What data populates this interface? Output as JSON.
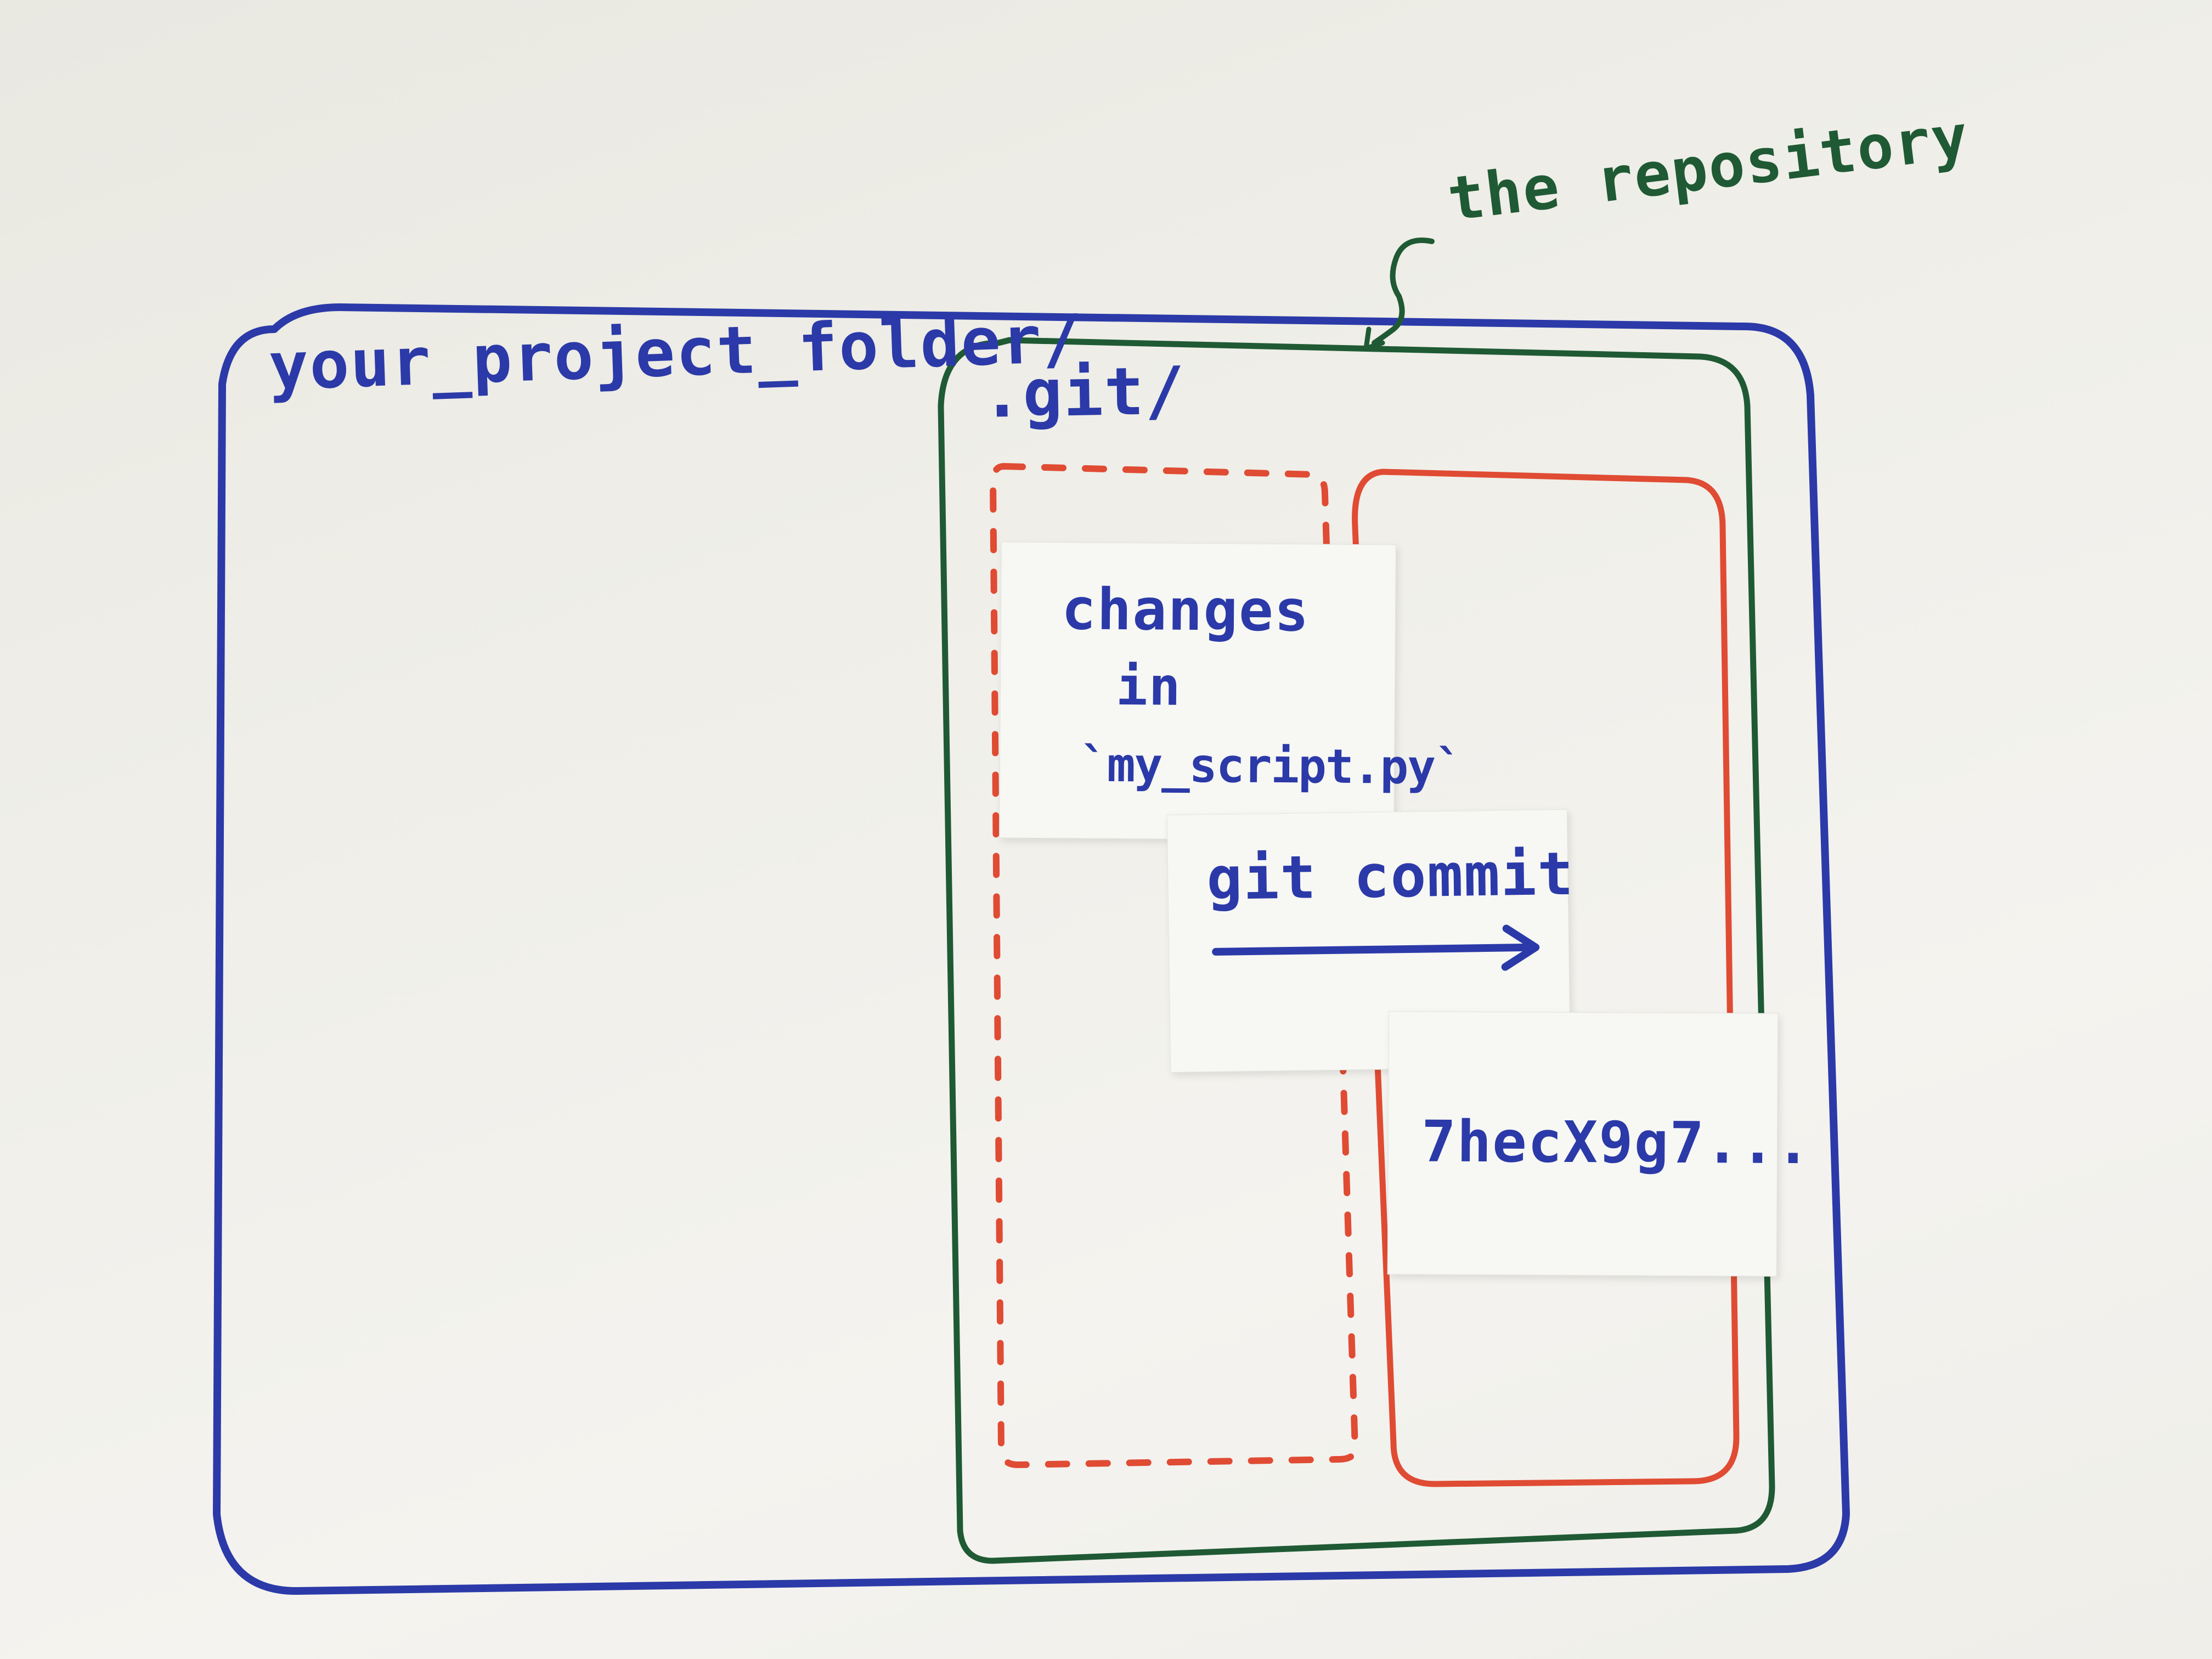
{
  "labels": {
    "project_folder": "your_project_folder/",
    "git_folder": ".git/",
    "repository": "the repository"
  },
  "notes": {
    "changes": [
      "changes",
      "in",
      "`my_script.py`"
    ],
    "commit": "git commit",
    "hash": "7hecX9g7..."
  },
  "colors": {
    "blue": "#2b3aa8",
    "green": "#1f5a34",
    "red": "#e04b33",
    "paper": "#f7f7f4"
  }
}
